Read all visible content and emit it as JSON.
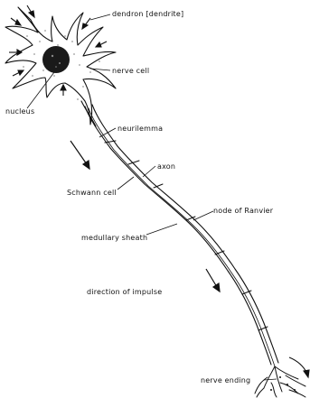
{
  "labels": {
    "dendron": "dendron [dendrite]",
    "nerve_cell": "nerve cell",
    "nucleus": "nucleus",
    "neurilemma": "neurilemma",
    "axon": "axon",
    "schwann_cell": "Schwann cell",
    "node_of_ranvier": "node of Ranvier",
    "medullary_sheath": "medullary sheath",
    "direction_of_impulse": "direction of impulse",
    "nerve_ending": "nerve ending"
  }
}
